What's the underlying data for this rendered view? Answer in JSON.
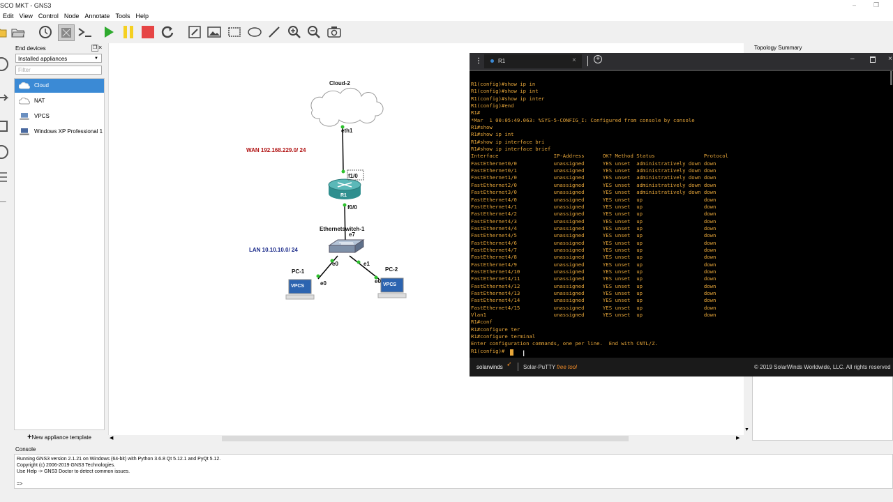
{
  "window": {
    "title": "SCO MKT - GNS3",
    "min": "–",
    "max": "❐"
  },
  "menu": [
    "Edit",
    "View",
    "Control",
    "Node",
    "Annotate",
    "Tools",
    "Help"
  ],
  "toolbar_icons": [
    "folder-icon",
    "open-folder-icon",
    "clock-icon",
    "topology-icon",
    "terminal-icon",
    "play-icon",
    "pause-icon",
    "stop-icon",
    "reload-icon",
    "edit-note-icon",
    "image-icon",
    "rectangle-icon",
    "ellipse-icon",
    "line-icon",
    "zoom-in-icon",
    "zoom-out-icon",
    "screenshot-icon"
  ],
  "devices_panel": {
    "title": "End devices",
    "dropdown": "Installed appliances",
    "filter_placeholder": "Filter",
    "items": [
      "Cloud",
      "NAT",
      "VPCS",
      "Windows XP Professional 1"
    ],
    "selected": "Cloud",
    "new_template": "New appliance template"
  },
  "topology_summary": {
    "title": "Topology Summary"
  },
  "topology": {
    "cloud": "Cloud-2",
    "cloud_port": "eth1",
    "router": "R1",
    "router_port_up": "f1/0",
    "router_port_down": "f0/0",
    "switch": "Ethernetswitch-1",
    "switch_port_up": "e7",
    "switch_port_left": "e0",
    "switch_port_right": "e1",
    "pc1": "PC-1",
    "pc1_port": "e0",
    "pc2": "PC-2",
    "pc2_port": "e0",
    "vpcs_label": "VPCS",
    "wan_label": "WAN 192.168.229.0/ 24",
    "lan_label": "LAN 10.10.10.0/ 24",
    "wan_color": "#b01010",
    "lan_color": "#1a2a8a"
  },
  "console": {
    "title": "Console",
    "lines": [
      "Running GNS3 version 2.1.21 on Windows (64-bit) with Python 3.6.8 Qt 5.12.1 and PyQt 5.12.",
      "Copyright (c) 2006-2019 GNS3 Technologies.",
      "Use Help -> GNS3 Doctor to detect common issues.",
      "",
      "=>"
    ]
  },
  "putty": {
    "tab": "R1",
    "close": "×",
    "brand": "solarwinds",
    "app": "Solar-PuTTY",
    "free": "free tool",
    "copyright": "© 2019 SolarWinds Worldwide, LLC. All rights reserved",
    "text_color": "#e8a73a",
    "terminal": [
      "R1(config)#show ip in",
      "R1(config)#show ip int",
      "R1(config)#show ip inter",
      "R1(config)#end",
      "R1#",
      "*Mar  1 00:05:49.063: %SYS-5-CONFIG_I: Configured from console by console",
      "R1#show",
      "R1#show ip int",
      "R1#show ip interface bri",
      "R1#show ip interface brief",
      "Interface                  IP-Address      OK? Method Status                Protocol",
      "FastEthernet0/0            unassigned      YES unset  administratively down down",
      "FastEthernet0/1            unassigned      YES unset  administratively down down",
      "FastEthernet1/0            unassigned      YES unset  administratively down down",
      "FastEthernet2/0            unassigned      YES unset  administratively down down",
      "FastEthernet3/0            unassigned      YES unset  administratively down down",
      "FastEthernet4/0            unassigned      YES unset  up                    down",
      "FastEthernet4/1            unassigned      YES unset  up                    down",
      "FastEthernet4/2            unassigned      YES unset  up                    down",
      "FastEthernet4/3            unassigned      YES unset  up                    down",
      "FastEthernet4/4            unassigned      YES unset  up                    down",
      "FastEthernet4/5            unassigned      YES unset  up                    down",
      "FastEthernet4/6            unassigned      YES unset  up                    down",
      "FastEthernet4/7            unassigned      YES unset  up                    down",
      "FastEthernet4/8            unassigned      YES unset  up                    down",
      "FastEthernet4/9            unassigned      YES unset  up                    down",
      "FastEthernet4/10           unassigned      YES unset  up                    down",
      "FastEthernet4/11           unassigned      YES unset  up                    down",
      "FastEthernet4/12           unassigned      YES unset  up                    down",
      "FastEthernet4/13           unassigned      YES unset  up                    down",
      "FastEthernet4/14           unassigned      YES unset  up                    down",
      "FastEthernet4/15           unassigned      YES unset  up                    down",
      "Vlan1                      unassigned      YES unset  up                    down",
      "R1#conf",
      "R1#configure ter",
      "R1#configure terminal",
      "Enter configuration commands, one per line.  End with CNTL/Z.",
      "R1(config)#"
    ]
  }
}
